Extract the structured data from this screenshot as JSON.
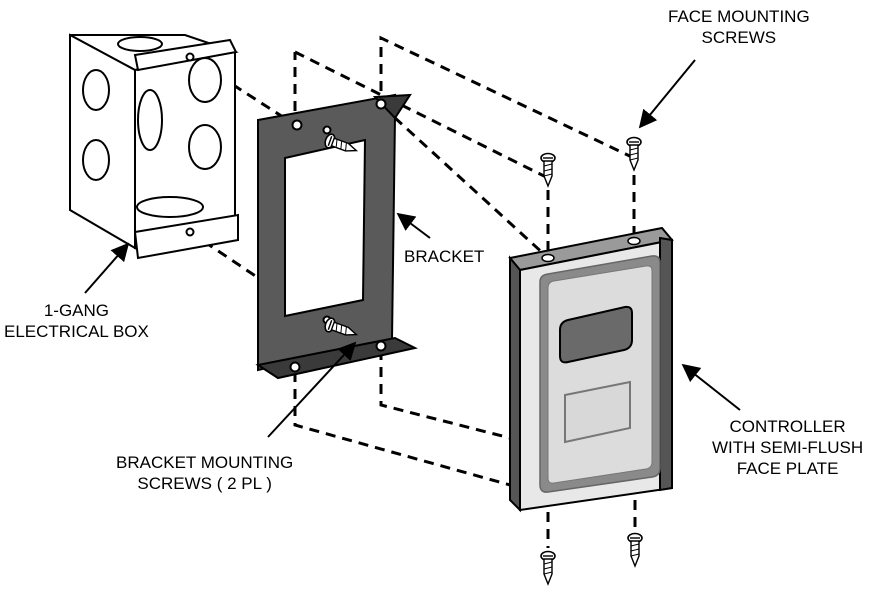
{
  "labels": {
    "face_mounting_screws": [
      "FACE MOUNTING",
      "SCREWS"
    ],
    "bracket": [
      "BRACKET"
    ],
    "electrical_box": [
      "1-GANG",
      "ELECTRICAL BOX"
    ],
    "bracket_mounting_screws": [
      "BRACKET MOUNTING",
      "SCREWS ( 2 PL )"
    ],
    "controller": [
      "CONTROLLER",
      "WITH SEMI-FLUSH",
      "FACE PLATE"
    ]
  },
  "colors": {
    "line": "#000000",
    "bracket_fill": "#555555",
    "bracket_dark": "#2f2f2f",
    "controller_side": "#555555",
    "controller_face": "#e6e6e6",
    "faceplate_rim": "#8a8a8a",
    "faceplate_inner": "#dddddd",
    "display": "#6a6a6a",
    "box_fill": "#ffffff"
  },
  "icons": [
    "screw-icon"
  ]
}
